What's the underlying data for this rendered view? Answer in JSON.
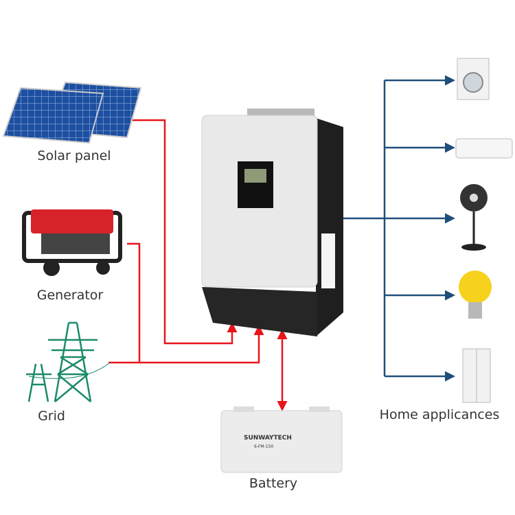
{
  "labels": {
    "solar": "Solar panel",
    "generator": "Generator",
    "grid": "Grid",
    "battery": "Battery",
    "home": "Home applicances"
  },
  "battery_brand": "SUNWAYTECH",
  "battery_model": "6-FM-150",
  "colors": {
    "input_lines": "#e8141b",
    "output_lines": "#1f4e7a"
  },
  "appliances": [
    "washing-machine",
    "air-conditioner",
    "fan",
    "light-bulb",
    "refrigerator"
  ]
}
